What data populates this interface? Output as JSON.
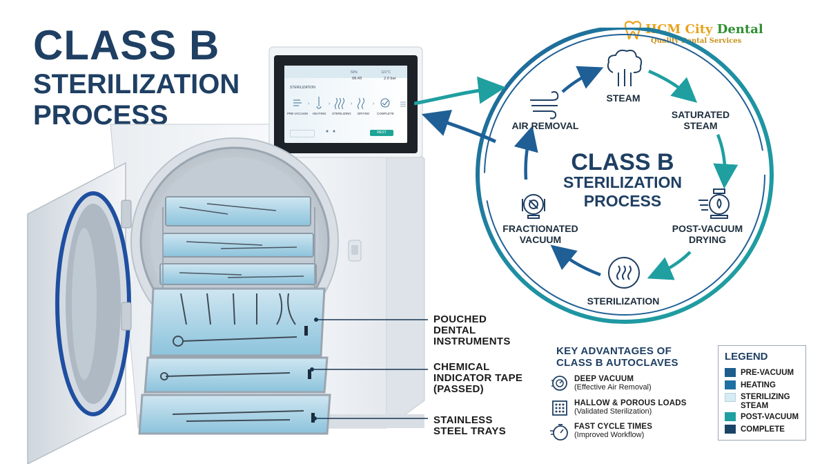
{
  "title": {
    "line1": "CLASS B",
    "line2": "STERILIZATION",
    "line3": "PROCESS"
  },
  "brand": {
    "name_part1": "HCM City",
    "name_part2": "Dental",
    "tagline": "Quality Dental Services"
  },
  "screen": {
    "title": "STERILIZATION",
    "status_left": "50%",
    "status_right": "121°C",
    "sub_left": "06:45",
    "sub_right": "2.0 bar",
    "steps": [
      "PRE-VACUUM",
      "HEATING",
      "STERILIZING",
      "DRYING",
      "COMPLETE"
    ],
    "rest_button": "REST"
  },
  "callouts": {
    "pouched": [
      "POUCHED",
      "DENTAL",
      "INSTRUMENTS"
    ],
    "tape": [
      "CHEMICAL",
      "INDICATOR TAPE",
      "(PASSED)"
    ],
    "trays": [
      "STAINLESS",
      "STEEL TRAYS"
    ]
  },
  "cycle": {
    "center_line1": "CLASS B",
    "center_line2": "STERILIZATION",
    "center_line3": "PROCESS",
    "stages": {
      "steam": "STEAM",
      "saturated_1": "SATURATED",
      "saturated_2": "STEAM",
      "postvac_1": "POST-VACUUM",
      "postvac_2": "DRYING",
      "sterilization": "STERILIZATION",
      "fractionated_1": "FRACTIONATED",
      "fractionated_2": "VACUUM",
      "air_removal": "AIR REMOVAL"
    }
  },
  "advantages": {
    "heading_1": "KEY ADVANTAGES OF",
    "heading_2": "CLASS B AUTOCLAVES",
    "items": [
      {
        "title": "DEEP VACUUM",
        "sub": "(Effective Air Removal)",
        "icon": "vacuum-gauge-icon"
      },
      {
        "title": "HALLOW & POROUS LOADS",
        "sub": "(Validated Sterilization)",
        "icon": "porous-grid-icon"
      },
      {
        "title": "FAST CYCLE TIMES",
        "sub": "(Improved Workflow)",
        "icon": "stopwatch-icon"
      }
    ]
  },
  "legend": {
    "title": "LEGEND",
    "items": [
      {
        "label": "PRE-VACUUM",
        "color": "#1c5d8c"
      },
      {
        "label": "HEATING",
        "color": "#1f6fa3"
      },
      {
        "label": "STERILIZING STEAM",
        "color": "#d6ecf3"
      },
      {
        "label": "POST-VACUUM",
        "color": "#1f9fa0"
      },
      {
        "label": "COMPLETE",
        "color": "#1a4466"
      }
    ]
  },
  "colors": {
    "navy": "#1f3f63",
    "teal": "#1f9fa0",
    "blue": "#1f6fa3"
  }
}
